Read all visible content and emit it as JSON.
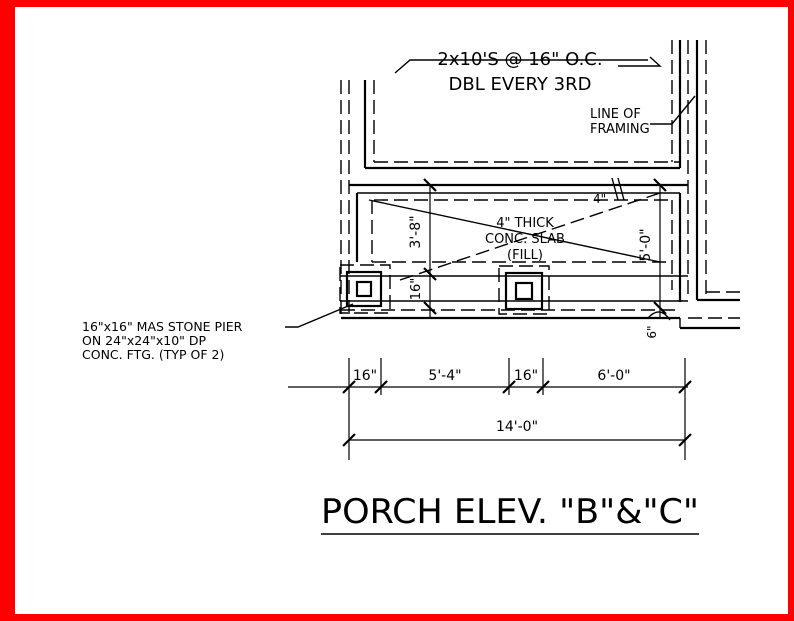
{
  "colors": {
    "border": "#ff0000",
    "ink": "#000000",
    "paper": "#ffffff"
  },
  "notes": {
    "joists_line1": "2x10'S @ 16\" O.C.",
    "joists_line2": "DBL EVERY 3RD",
    "framing_line1": "LINE OF",
    "framing_line2": "FRAMING",
    "slab_line1": "4\" THICK",
    "slab_line2": "CONC. SLAB",
    "slab_line3": "(FILL)",
    "pier_line1": "16\"x16\" MAS STONE PIER",
    "pier_line2": "ON 24\"x24\"x10\" DP",
    "pier_line3": "CONC. FTG. (TYP OF 2)"
  },
  "dims": {
    "step_4": "4\"",
    "depth_3_8": "3'-8\"",
    "pier_16_v": "16\"",
    "depth_5_0": "5'-0\"",
    "step_6": "6\"",
    "seg_16a": "16\"",
    "seg_5_4": "5'-4\"",
    "seg_16b": "16\"",
    "seg_6_0": "6'-0\"",
    "overall": "14'-0\""
  },
  "title": "PORCH ELEV. \"B\"&\"C\""
}
